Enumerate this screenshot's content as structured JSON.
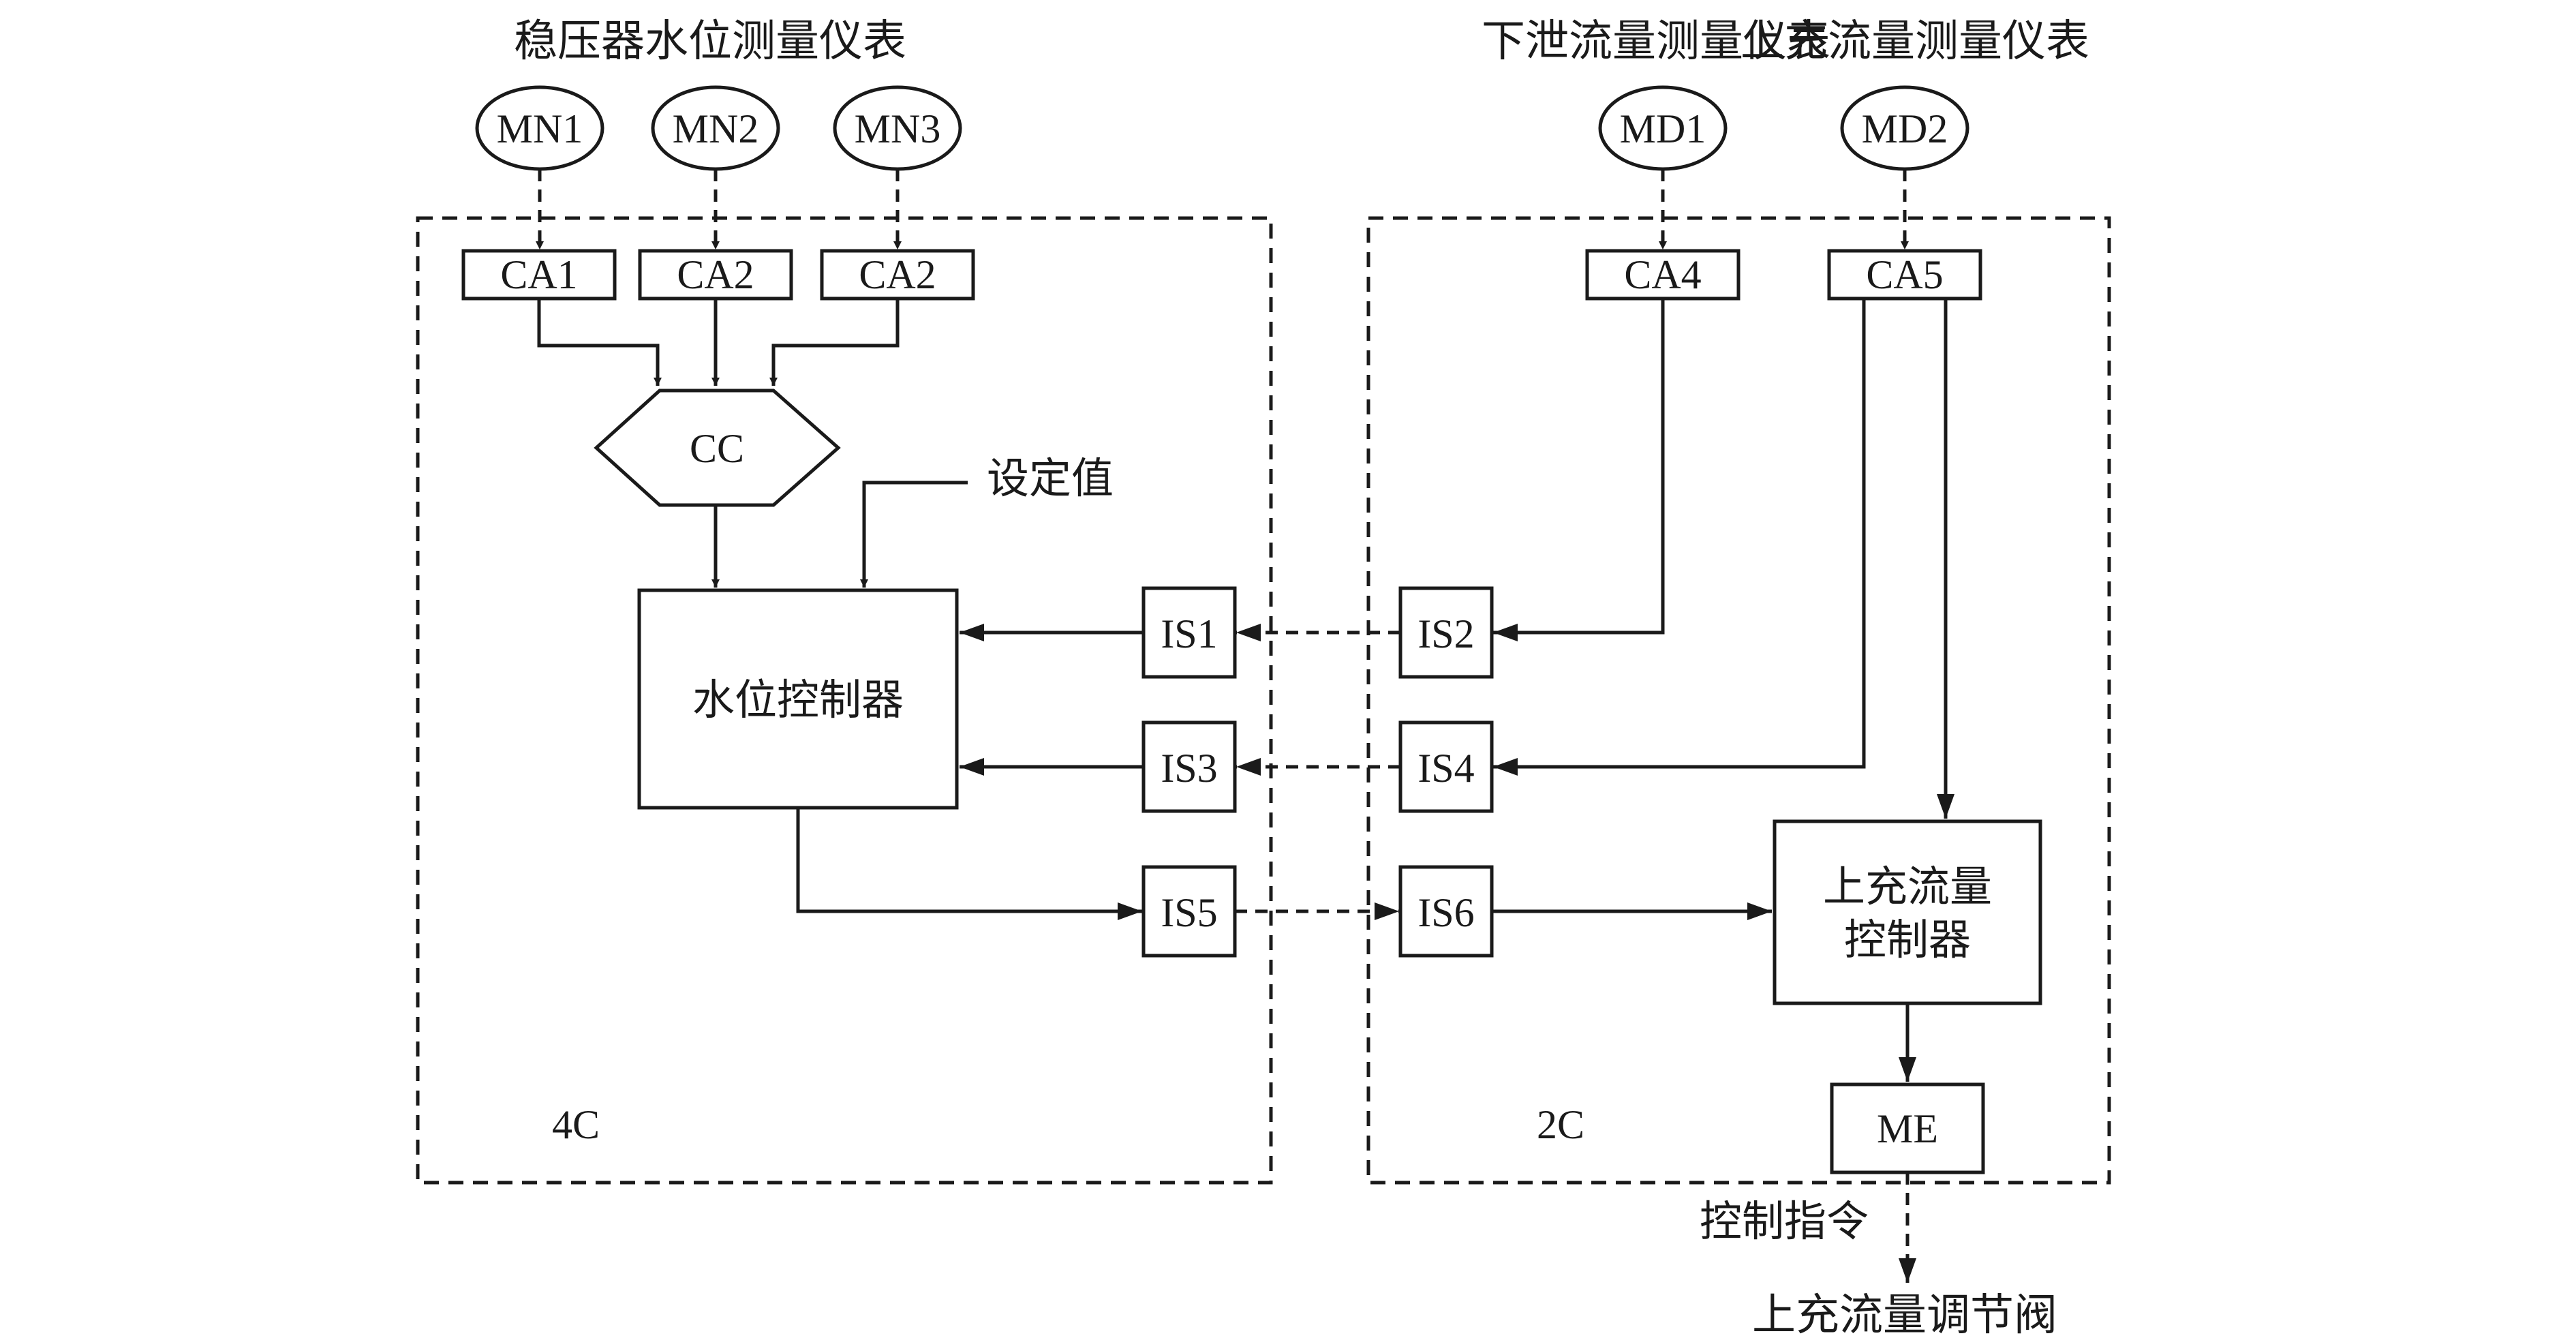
{
  "headings": {
    "pressurizer": "稳压器水位测量仪表",
    "letdown": "下泄流量测量仪表",
    "charging": "上充流量测量仪表"
  },
  "sensors": {
    "mn1": "MN1",
    "mn2": "MN2",
    "mn3": "MN3",
    "md1": "MD1",
    "md2": "MD2"
  },
  "acquisition": {
    "ca_a": "CA1",
    "ca_b": "CA2",
    "ca_c": "CA2",
    "ca_d": "CA4",
    "ca_e": "CA5"
  },
  "cc_label": "CC",
  "setpoint": "设定值",
  "level_controller": "水位控制器",
  "isolation": {
    "is1": "IS1",
    "is2": "IS2",
    "is3": "IS3",
    "is4": "IS4",
    "is5": "IS5",
    "is6": "IS6"
  },
  "charging_controller": {
    "line1": "上充流量",
    "line2": "控制器"
  },
  "me_label": "ME",
  "regions": {
    "left": "4C",
    "right": "2C"
  },
  "control_command": "控制指令",
  "valve": "上充流量调节阀"
}
